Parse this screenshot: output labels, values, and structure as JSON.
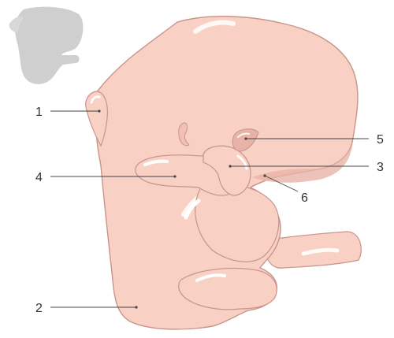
{
  "labels": [
    {
      "id": "1",
      "text": "1"
    },
    {
      "id": "2",
      "text": "2"
    },
    {
      "id": "3",
      "text": "3"
    },
    {
      "id": "4",
      "text": "4"
    },
    {
      "id": "5",
      "text": "5"
    },
    {
      "id": "6",
      "text": "6"
    }
  ],
  "colors": {
    "body_fill": "#f8d0c4",
    "body_stroke": "#c9948a",
    "shadow_fill": "#e8b3a6",
    "highlight": "#ffffff",
    "thumbnail_fill": "#cfcfcf",
    "leader_line": "#444444",
    "label_text": "#333333"
  }
}
